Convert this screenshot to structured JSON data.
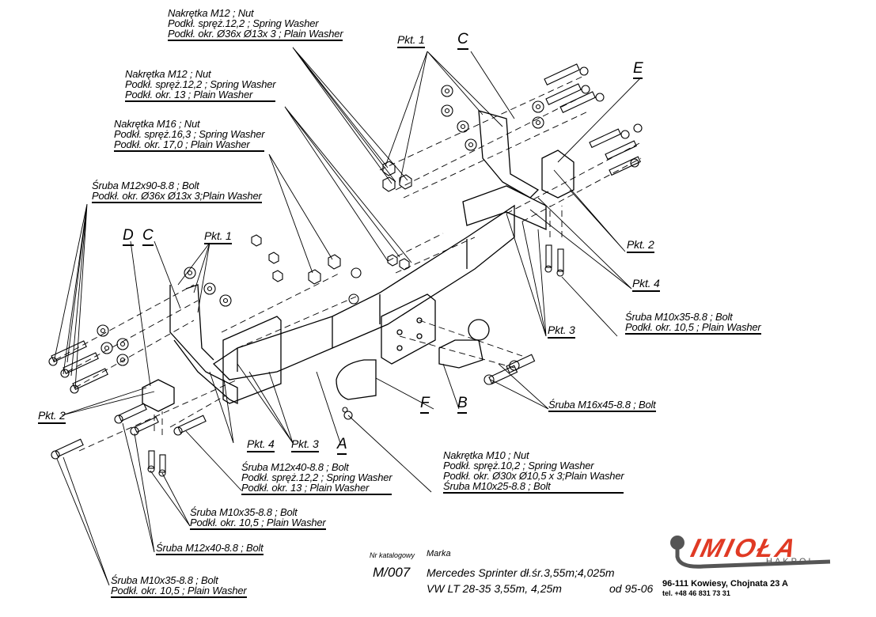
{
  "callouts": {
    "top_left_nut_m12_a": [
      "Nakrętka  M12 ; Nut",
      "Podkł. spręż.12,2 ; Spring Washer",
      "Podkł. okr.  Ø36x Ø13x 3 ; Plain Washer"
    ],
    "nut_m12_b": [
      "Nakrętka  M12 ; Nut",
      "Podkł. spręż.12,2 ; Spring Washer",
      "Podkł. okr. 13 ; Plain Washer"
    ],
    "nut_m16": [
      "Nakrętka  M16 ; Nut",
      "Podkł. spręż.16,3 ; Spring Washer",
      "Podkł. okr. 17,0 ; Plain Washer"
    ],
    "bolt_m12x90": [
      "Śruba M12x90-8.8 ;  Bolt",
      "Podkł. okr. Ø36x Ø13x 3;Plain Washer"
    ],
    "bolt_m10x35_right": [
      "Śruba M10x35-8.8 ;  Bolt",
      "Podkł. okr. 10,5 ; Plain Washer"
    ],
    "bolt_m16x45": [
      "Śruba M16x45-8.8 ;  Bolt"
    ],
    "bolt_m12x40_center": [
      "Śruba M12x40-8.8 ;  Bolt",
      " Podkł. spręż.12,2 ; Spring Washer",
      "Podkł. okr. 13 ; Plain Washer"
    ],
    "nut_m10": [
      "Nakrętka  M10 ; Nut",
      "Podkł. spręż.10,2 ; Spring Washer",
      "Podkł. okr. Ø30x Ø10,5 x 3;Plain Washer",
      "Śruba M10x25-8.8 ;  Bolt"
    ],
    "bolt_m10x35_mid": [
      "Śruba M10x35-8.8 ;  Bolt",
      "Podkł. okr. 10,5 ; Plain Washer"
    ],
    "bolt_m12x40_left": [
      "Śruba M12x40-8.8 ;  Bolt"
    ],
    "bolt_m10x35_bottom": [
      "Śruba M10x35-8.8 ;  Bolt",
      "Podkł. okr. 10,5 ; Plain Washer"
    ]
  },
  "points": {
    "pkt1_top": "Pkt. 1",
    "pkt1_left": "Pkt. 1",
    "pkt2_right": "Pkt. 2",
    "pkt2_left": "Pkt. 2",
    "pkt3_right": "Pkt. 3",
    "pkt3_center": "Pkt. 3",
    "pkt4_right": "Pkt. 4",
    "pkt4_center": "Pkt. 4"
  },
  "parts": {
    "C_top": "C",
    "E": "E",
    "D": "D",
    "C_left": "C",
    "A": "A",
    "B": "B",
    "F": "F"
  },
  "footer": {
    "catalog_label": "Nr katalogowy",
    "brand_label": "Marka",
    "catalog_number": "M/007",
    "vehicle_line1": "Mercedes Sprinter dł.śr.3,55m;4,025m",
    "vehicle_line2": "VW LT 28-35 3,55m, 4,25m",
    "production": "od 95-06"
  },
  "company": {
    "logo_text": "IMIOŁA",
    "logo_sub": "HAKPOL",
    "address": "96-111 Kowiesy, Chojnata 23 A",
    "phone": "tel. +48 46 831 73 31",
    "brand_color": "#e03a24"
  }
}
